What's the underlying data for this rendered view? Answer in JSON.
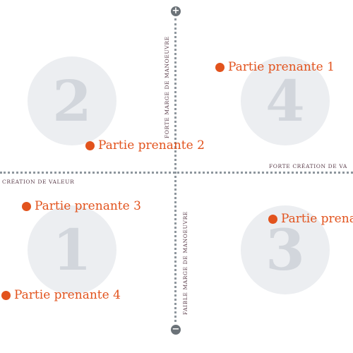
{
  "quadrants": [
    {
      "number": "2"
    },
    {
      "number": "4"
    },
    {
      "number": "1"
    },
    {
      "number": "3"
    }
  ],
  "axes": {
    "plus_symbol": "+",
    "minus_symbol": "−",
    "top_label": "Forte marge de manoeuvre",
    "bottom_label": "Faible marge de manoeuvre",
    "right_label": "Forte création de va",
    "left_label": "création de valeur"
  },
  "stakeholders": [
    {
      "label": "Partie prenante 1"
    },
    {
      "label": "Partie prenante 2"
    },
    {
      "label": "Partie prenante 3"
    },
    {
      "label": "Partie prenante 4"
    },
    {
      "label": "Partie prenante"
    }
  ],
  "colors": {
    "accent": "#e2531d",
    "circle": "#eceef1",
    "number": "#d2d6dc",
    "axis": "#8e969d"
  }
}
